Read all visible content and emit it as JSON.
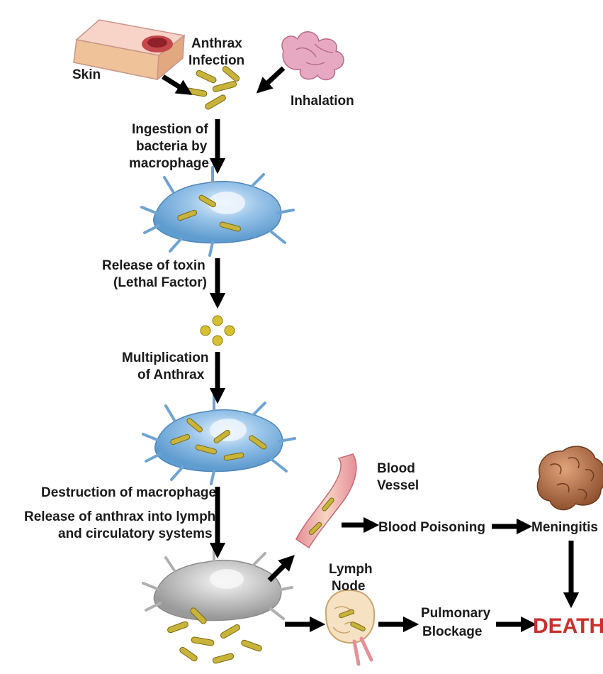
{
  "labels": {
    "skin": "Skin",
    "infection_line1": "Anthrax",
    "infection_line2": "Infection",
    "inhalation": "Inhalation",
    "ingestion_line1": "Ingestion of",
    "ingestion_line2": "bacteria by",
    "ingestion_line3": "macrophage",
    "toxin_line1": "Release of toxin",
    "toxin_line2": "(Lethal Factor)",
    "multiplication_line1": "Multiplication",
    "multiplication_line2": "of Anthrax",
    "destruction": "Destruction of macrophage",
    "release_line1": "Release of anthrax into lymph",
    "release_line2": "and circulatory systems",
    "vessel_line1": "Blood",
    "vessel_line2": "Vessel",
    "poisoning": "Blood Poisoning",
    "meningitis": "Meningitis",
    "lymph_line1": "Lymph",
    "lymph_line2": "Node",
    "blockage_line1": "Pulmonary",
    "blockage_line2": "Blockage",
    "death": "DEATH"
  },
  "colors": {
    "death": "#c9302c",
    "bacteria": "#c8b43a",
    "macrophage": "#7fb2dd",
    "dead_macrophage": "#b8b8b8",
    "skin": "#f2c3b6",
    "lung": "#e7a9c1",
    "brain": "#b7724a",
    "blood_vessel": "#e9a0a8"
  }
}
